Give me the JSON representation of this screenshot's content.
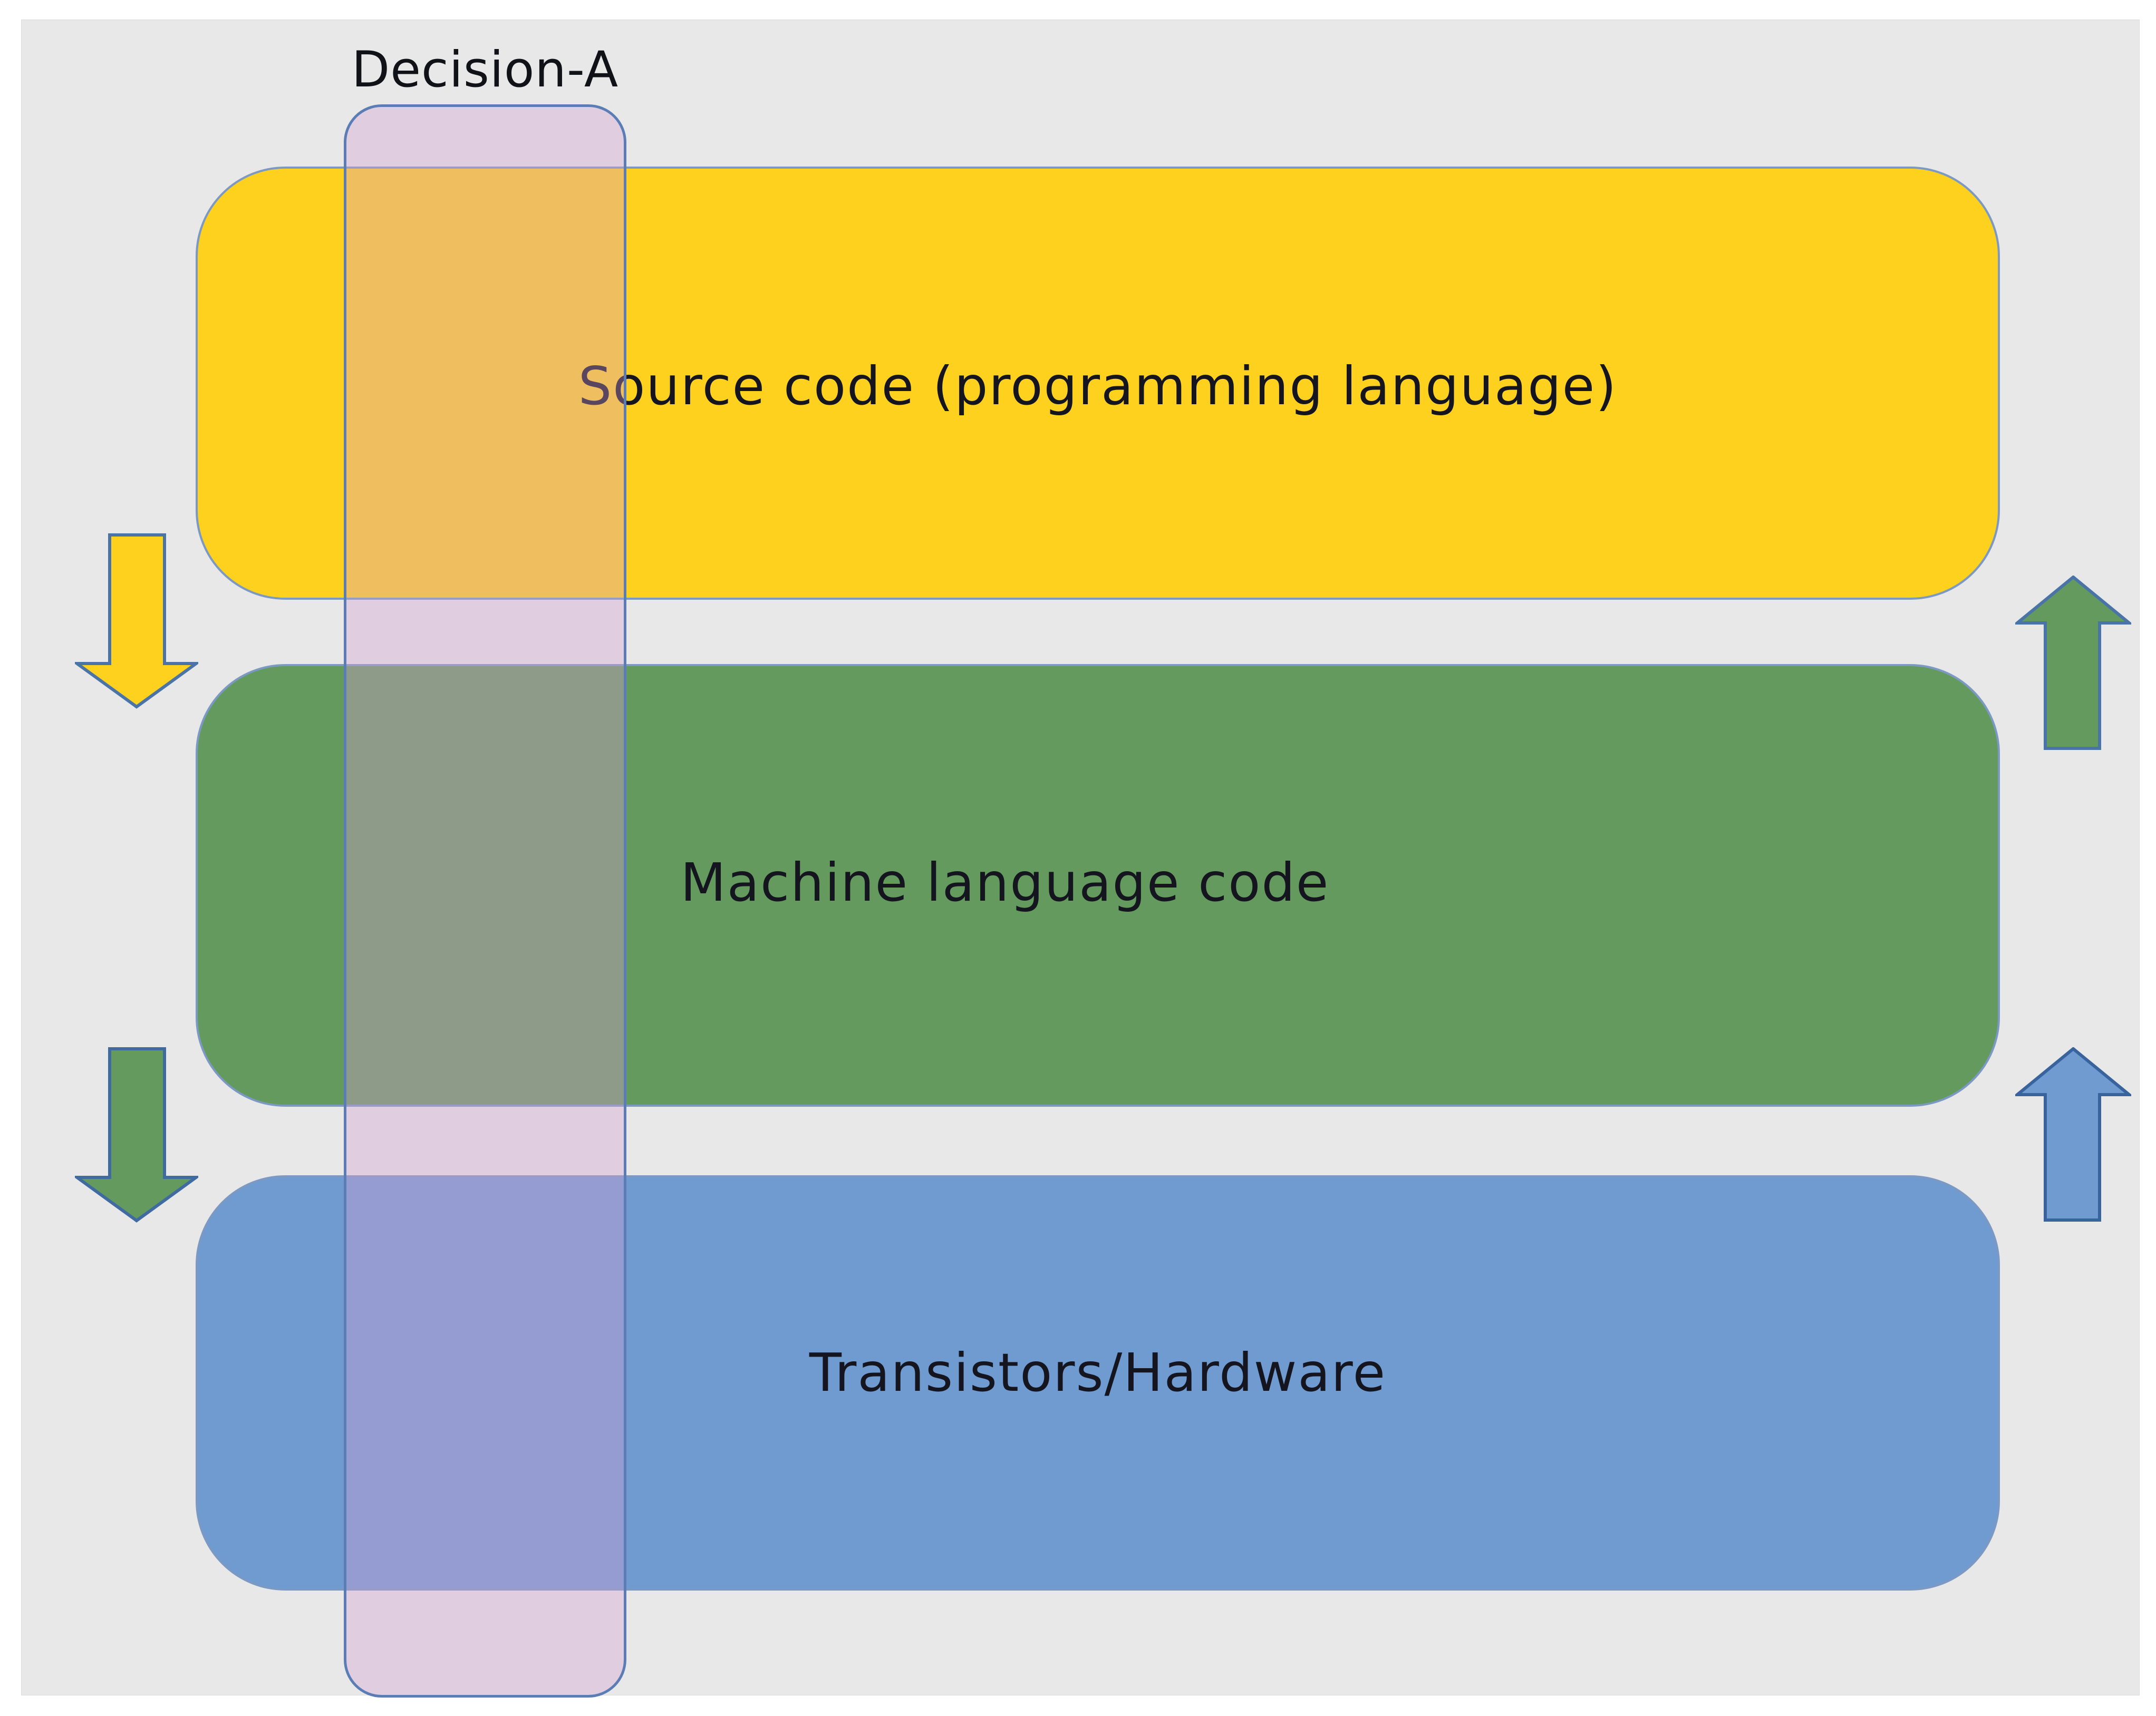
{
  "canvas": {
    "background": "#e8e8e8",
    "page_background": "#ffffff"
  },
  "decision_overlay": {
    "label": "Decision-A",
    "fill": "rgba(213,158,210,0.36)",
    "border_color": "#5b7db6"
  },
  "layers": [
    {
      "name": "source-code",
      "label": "Source code (programming language)",
      "fill": "#fdd11d"
    },
    {
      "name": "machine-language",
      "label": "Machine language code",
      "fill": "#649a5e"
    },
    {
      "name": "hardware",
      "label": "Transistors/Hardware",
      "fill": "#6f9bd1"
    }
  ],
  "arrows": [
    {
      "name": "left-yellow-down-arrow",
      "direction": "down",
      "fill": "#fdd11d",
      "outline": "#4a74a8"
    },
    {
      "name": "left-green-down-arrow",
      "direction": "down",
      "fill": "#649a5e",
      "outline": "#3f6ba1"
    },
    {
      "name": "right-green-up-arrow",
      "direction": "up",
      "fill": "#649a5e",
      "outline": "#4a74a8"
    },
    {
      "name": "right-blue-up-arrow",
      "direction": "up",
      "fill": "#6f9bd1",
      "outline": "#38639c"
    }
  ],
  "text_color": "#15151f"
}
